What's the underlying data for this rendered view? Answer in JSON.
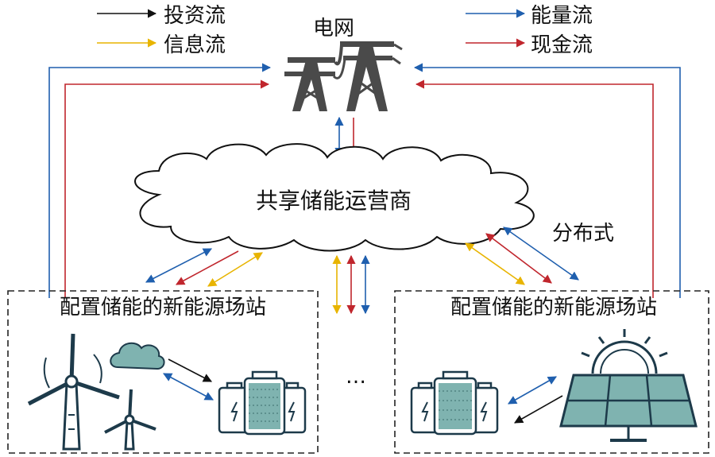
{
  "legend": {
    "investment": "投资流",
    "information": "信息流",
    "energy": "能量流",
    "cash": "现金流"
  },
  "grid_label": "电网",
  "operator_label": "共享储能运营商",
  "distributed_label": "分布式",
  "station_left_label": "配置储能的新能源场站",
  "station_right_label": "配置储能的新能源场站",
  "ellipsis": "…",
  "colors": {
    "investment": "#111111",
    "information": "#e8b400",
    "energy": "#1f5fae",
    "cash": "#c0262d",
    "tower": "#4a4a4a",
    "teal": "#7fb3b0"
  }
}
